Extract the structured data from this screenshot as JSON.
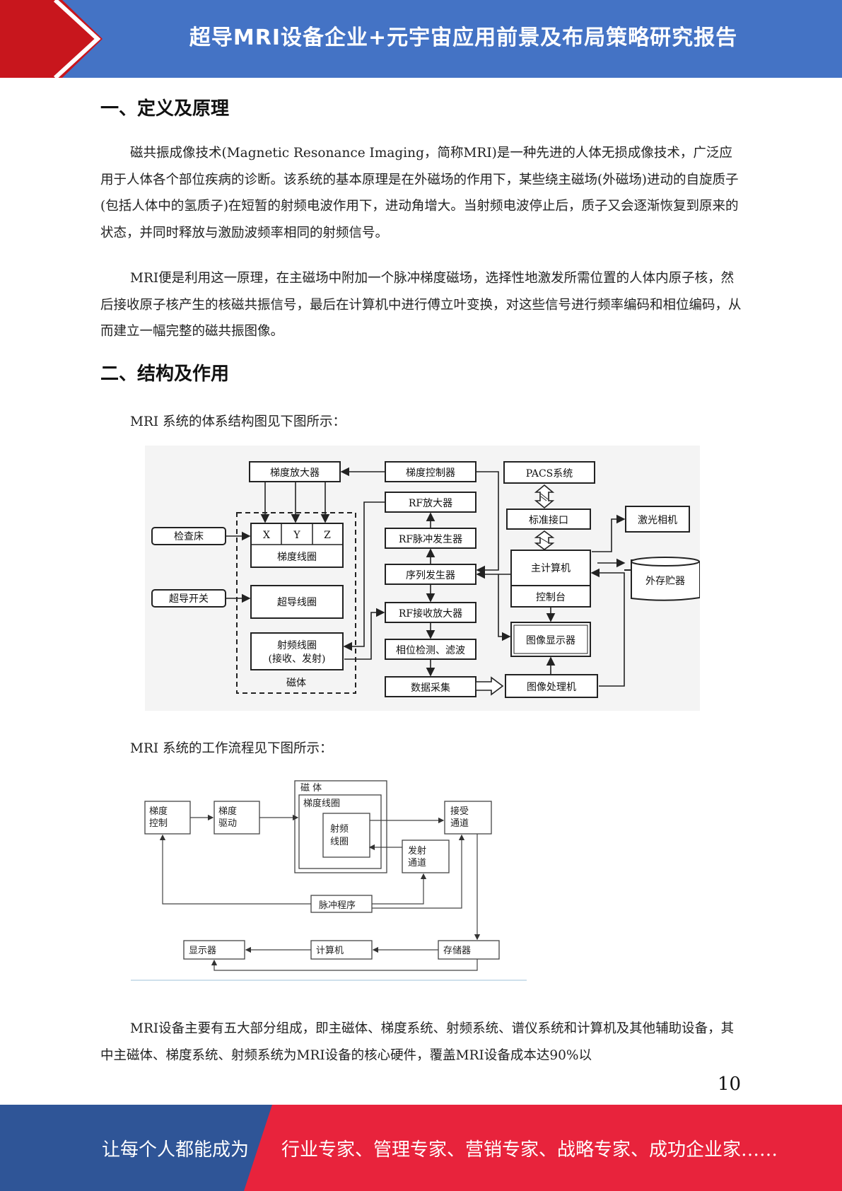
{
  "header": {
    "title": "超导MRI设备企业+元宇宙应用前景及布局策略研究报告"
  },
  "section1": {
    "heading": "一、定义及原理",
    "para1": "磁共振成像技术(Magnetic Resonance Imaging，简称MRI)是一种先进的人体无损成像技术，广泛应用于人体各个部位疾病的诊断。该系统的基本原理是在外磁场的作用下，某些绕主磁场(外磁场)进动的自旋质子(包括人体中的氢质子)在短暂的射频电波作用下，进动角增大。当射频电波停止后，质子又会逐渐恢复到原来的状态，并同时释放与激励波频率相同的射频信号。",
    "para2": "MRI便是利用这一原理，在主磁场中附加一个脉冲梯度磁场，选择性地激发所需位置的人体内原子核，然后接收原子核产生的核磁共振信号，最后在计算机中进行傅立叶变换，对这些信号进行频率编码和相位编码，从而建立一幅完整的磁共振图像。"
  },
  "section2": {
    "heading": "二、结构及作用",
    "caption1": "MRI 系统的体系结构图见下图所示：",
    "caption2": "MRI 系统的工作流程见下图所示：",
    "para3": "MRI设备主要有五大部分组成，即主磁体、梯度系统、射频系统、谱仪系统和计算机及其他辅助设备，其中主磁体、梯度系统、射频系统为MRI设备的核心硬件，覆盖MRI设备成本达90%以"
  },
  "diagram1": {
    "gradient_amp": "梯度放大器",
    "gradient_ctrl": "梯度控制器",
    "pacs": "PACS系统",
    "rf_amp": "RF放大器",
    "std_interface": "标准接口",
    "laser_camera": "激光相机",
    "rf_pulse_gen": "RF脉冲发生器",
    "exam_bed": "检查床",
    "x": "X",
    "y": "Y",
    "z": "Z",
    "gradient_coil": "梯度线圈",
    "sequence_gen": "序列发生器",
    "main_computer": "主计算机",
    "external_storage": "外存贮器",
    "console": "控制台",
    "sc_switch": "超导开关",
    "sc_coil": "超导线圈",
    "rf_receiver_amp": "RF接收放大器",
    "rf_coil_1": "射频线圈",
    "rf_coil_2": "(接收、发射)",
    "phase_detect": "相位检测、滤波",
    "image_display": "图像显示器",
    "magnet": "磁体",
    "data_acq": "数据采集",
    "image_proc": "图像处理机"
  },
  "diagram2": {
    "grad_ctrl_1": "梯度",
    "grad_ctrl_2": "控制",
    "grad_drive_1": "梯度",
    "grad_drive_2": "驱动",
    "magnet": "磁  体",
    "grad_coil": "梯度线圈",
    "rf_coil_1": "射频",
    "rf_coil_2": "线圈",
    "recv_1": "接受",
    "recv_2": "通道",
    "tx_1": "发射",
    "tx_2": "通道",
    "pulse_prog": "脉冲程序",
    "display": "显示器",
    "computer": "计算机",
    "storage": "存储器"
  },
  "page_number": "10",
  "footer": {
    "left": "让每个人都能成为",
    "right": "行业专家、管理专家、营销专家、战略专家、成功企业家……"
  },
  "colors": {
    "header_blue": "#4473c5",
    "accent_red": "#e02030",
    "footer_blue": "#2f5597"
  }
}
